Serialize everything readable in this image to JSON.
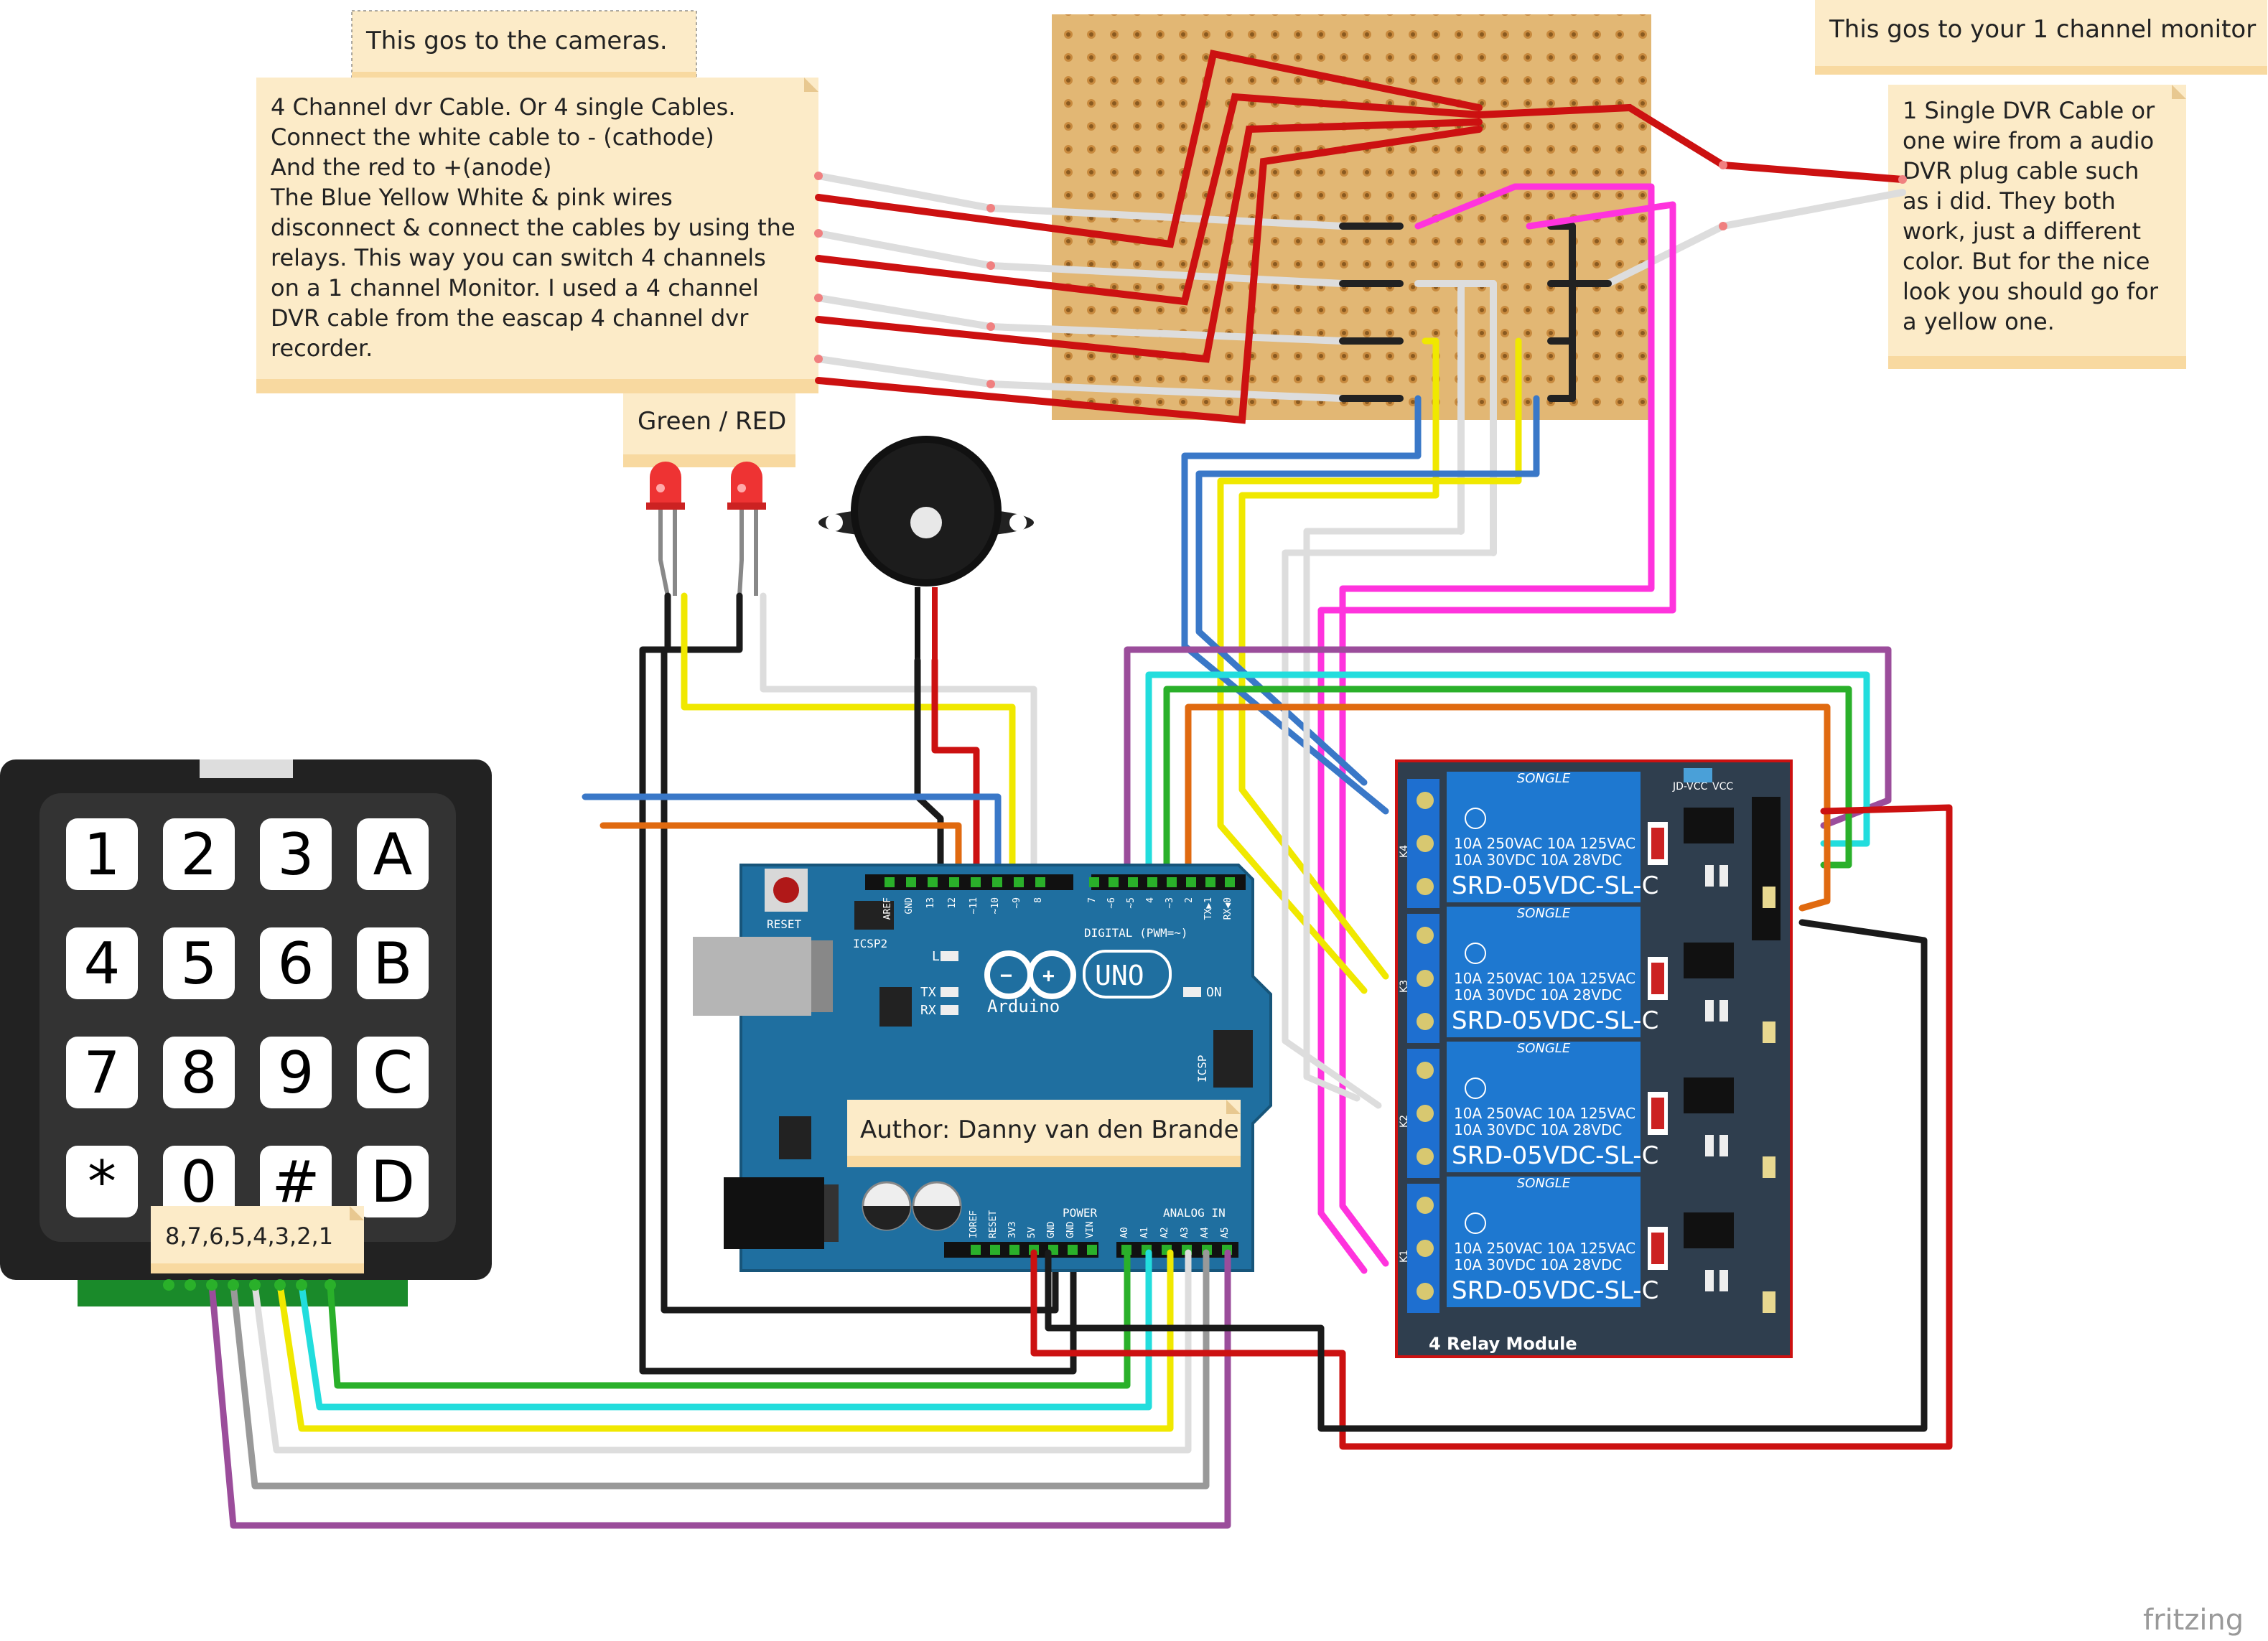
{
  "notes": {
    "cameras": "This gos to the cameras.",
    "monitor": "This gos to your 1 channel monitor",
    "dvr_cable_lines": [
      "4 Channel dvr Cable. Or 4 single Cables.",
      "Connect the white cable to - (cathode)",
      "And the red to +(anode)",
      "The Blue Yellow White & pink wires",
      "disconnect & connect the cables by using the",
      "relays. This way you can switch 4 channels",
      "on a 1 channel Monitor. I used a 4 channel",
      "DVR cable from the eascap 4 channel dvr",
      "recorder."
    ],
    "single_cable_lines": [
      "1 Single DVR Cable or",
      "one wire from a audio",
      "DVR plug cable such",
      "as i did. They both",
      "work, just a different",
      "color. But for the nice",
      "look you should go for",
      "a yellow one."
    ],
    "leds": "Green / RED",
    "author": "Author: Danny van den Brande",
    "keypad_pins": "8,7,6,5,4,3,2,1"
  },
  "keypad": {
    "keys": [
      "1",
      "2",
      "3",
      "A",
      "4",
      "5",
      "6",
      "B",
      "7",
      "8",
      "9",
      "C",
      "*",
      "0",
      "#",
      "D"
    ]
  },
  "arduino": {
    "reset": "RESET",
    "icsp2": "ICSP2",
    "icsp": "ICSP",
    "brand": "Arduino",
    "model": "UNO",
    "on": "ON",
    "led_l": "L",
    "tx": "TX",
    "rx": "RX",
    "digital": "DIGITAL (PWM=~)",
    "power": "POWER",
    "analog": "ANALOG IN",
    "top_pins": [
      "AREF",
      "GND",
      "13",
      "12",
      "~11",
      "~10",
      "~9",
      "8",
      "7",
      "~6",
      "~5",
      "4",
      "~3",
      "2",
      "TX▶1",
      "RX◀0"
    ],
    "power_pins": [
      "IOREF",
      "RESET",
      "3V3",
      "5V",
      "GND",
      "GND",
      "VIN"
    ],
    "analog_pins": [
      "A0",
      "A1",
      "A2",
      "A3",
      "A4",
      "A5"
    ]
  },
  "relay": {
    "brand": "SONGLE",
    "line1": "10A 250VAC  10A 125VAC",
    "line2": "10A  30VDC  10A  28VDC",
    "model": "SRD-05VDC-SL-C",
    "title": "4 Relay Module",
    "channels": [
      "K4",
      "K3",
      "K2",
      "K1"
    ],
    "jumper": "JD-VCC",
    "vcc": "VCC"
  },
  "watermark": "fritzing",
  "colors": {
    "red": "#cc1111",
    "white": "#d8d8d8",
    "black": "#1a1a1a",
    "yellow": "#f0e800",
    "blue": "#3a78c8",
    "pink": "#ff33dd",
    "green": "#2ab02a",
    "cyan": "#22dddd",
    "orange": "#e06a10",
    "purple": "#9b4d9b",
    "gray": "#999999",
    "board": "#1f6fa0",
    "relay_board": "#2f3e4e",
    "relay_blue": "#1e78d0",
    "perfboard": "#e0b070",
    "note": "#fcebc8"
  }
}
